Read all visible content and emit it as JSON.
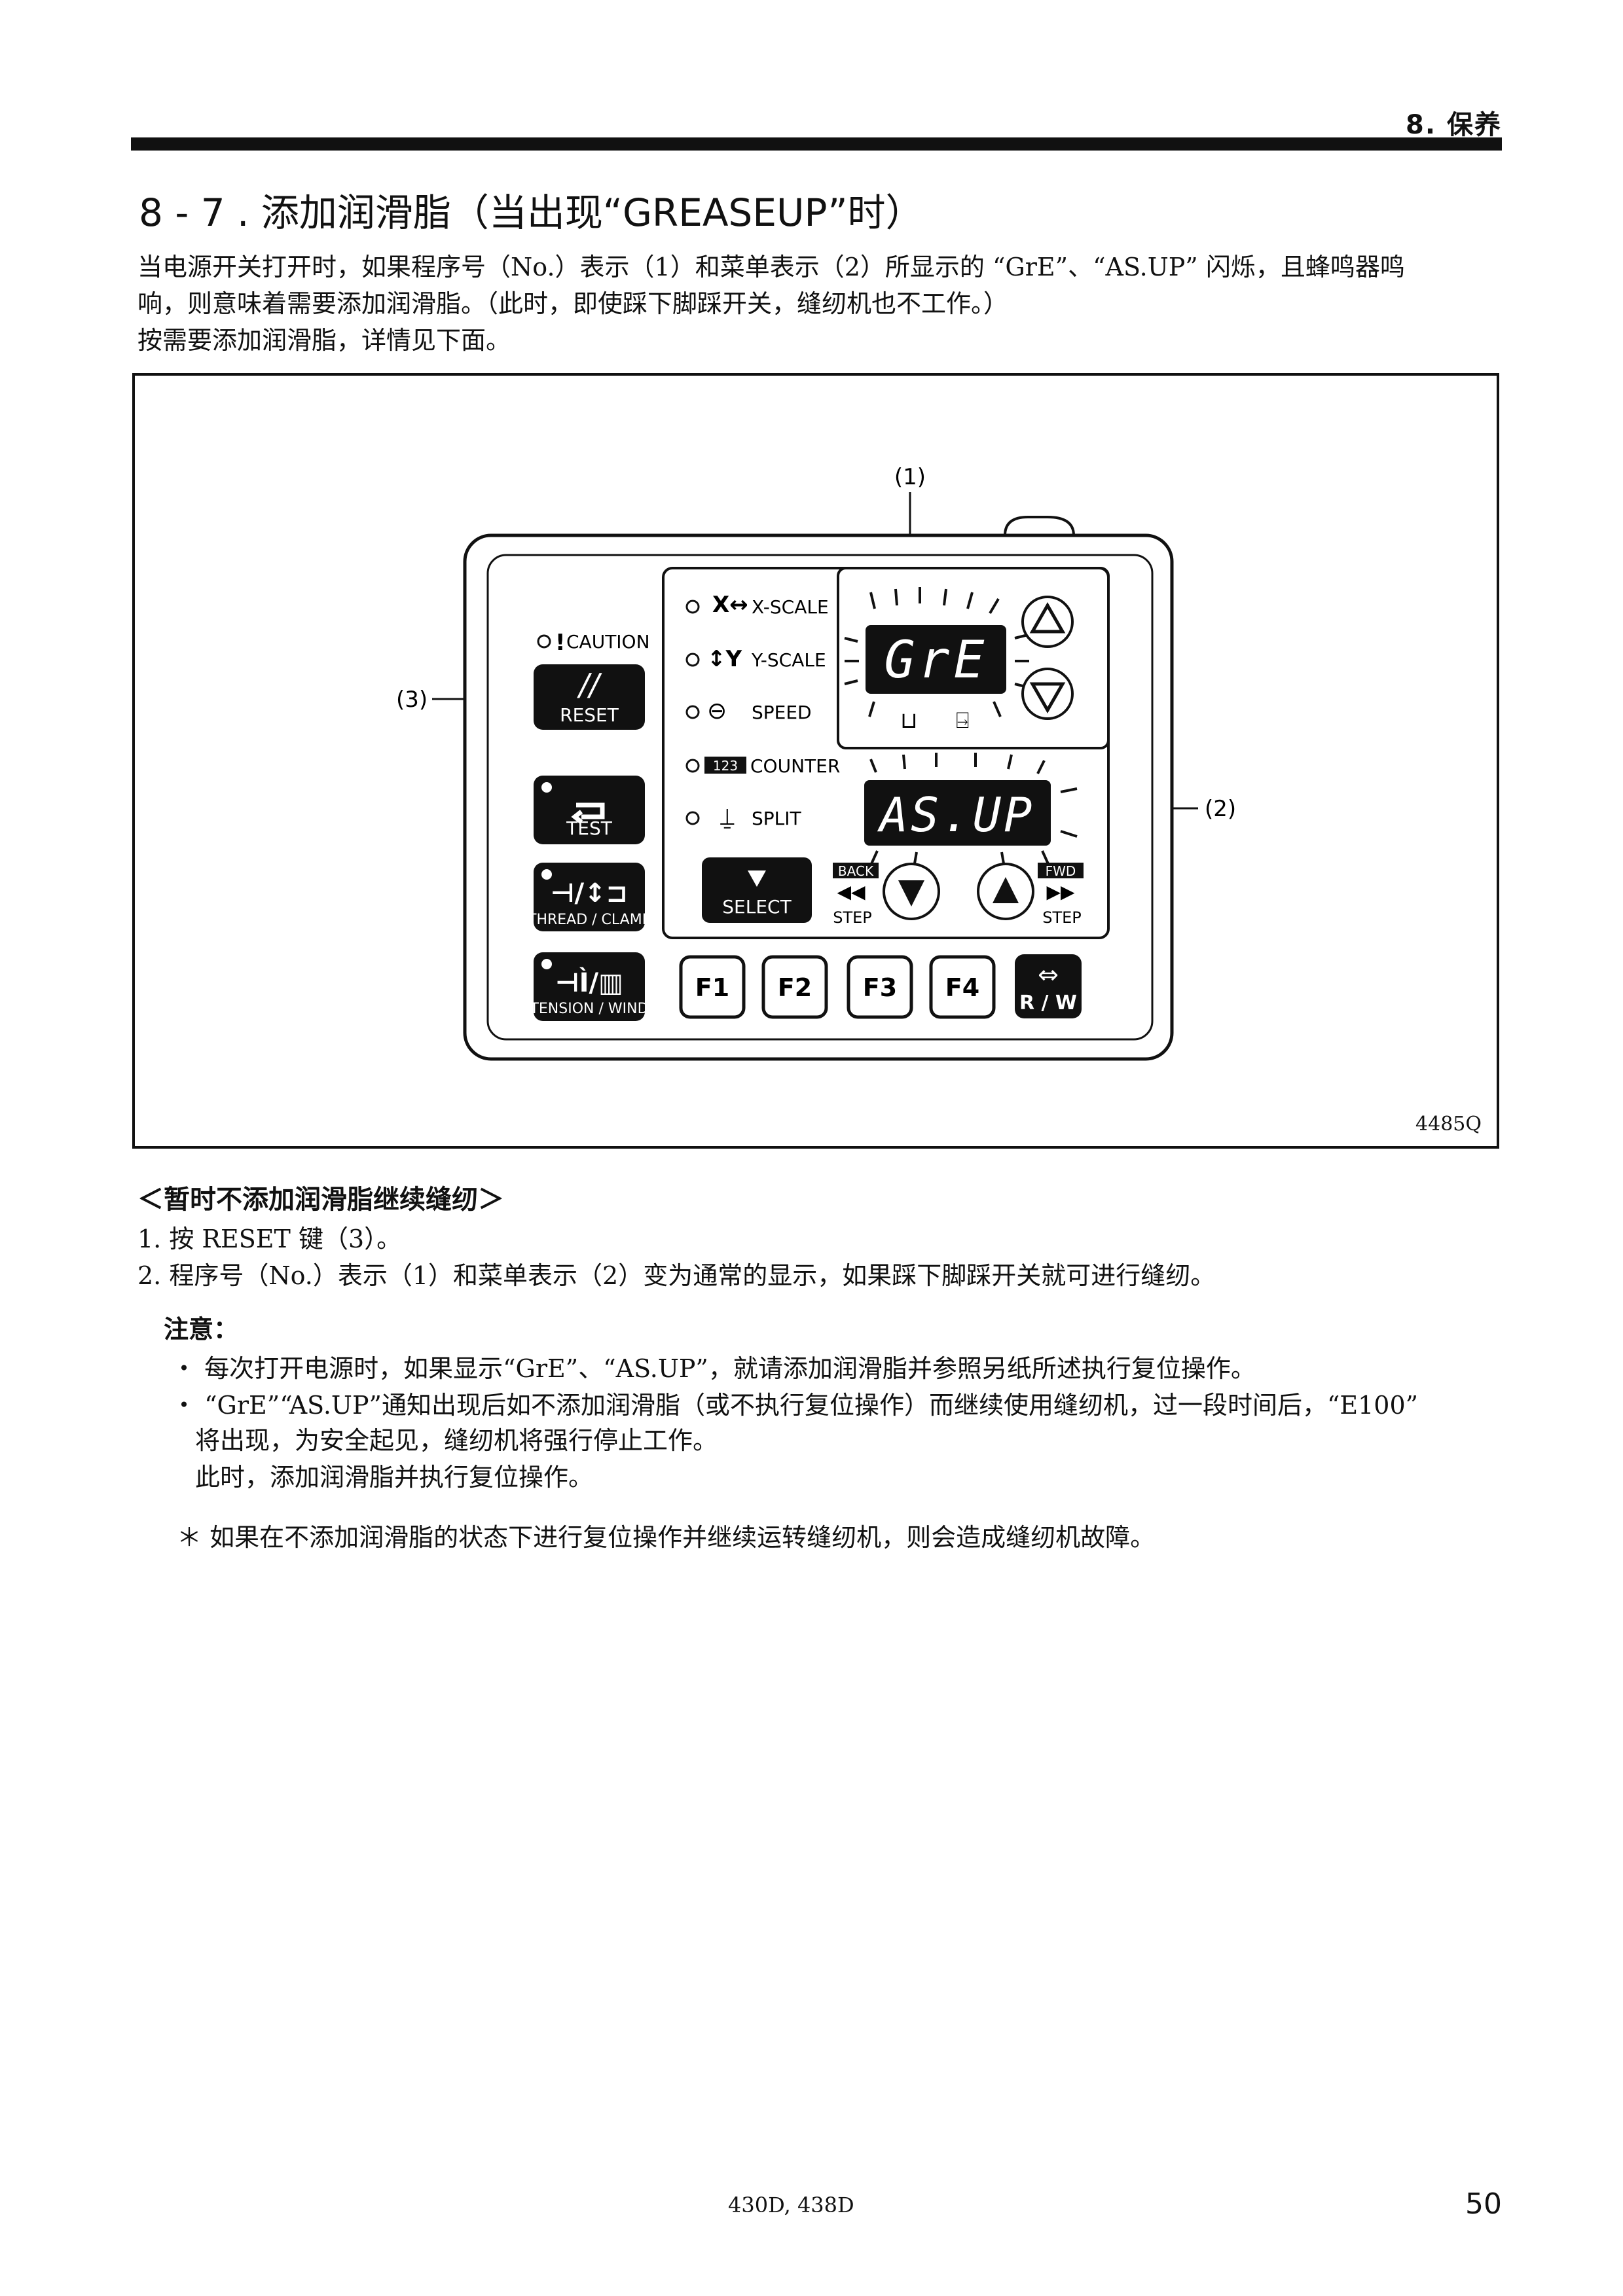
{
  "header": {
    "section": "8. 保养"
  },
  "title": "8 - 7 .  添加润滑脂（当出现“GREASEUP”时）",
  "intro": [
    "当电源开关打开时，如果程序号（No.）表示（1）和菜单表示（2）所显示的 “GrE”、“AS.UP” 闪烁，且蜂鸣器鸣",
    "响，则意味着需要添加润滑脂。（此时，即使踩下脚踩开关，缝纫机也不工作。）",
    "按需要添加润滑脂，详情见下面。"
  ],
  "figure": {
    "code": "4485Q",
    "callouts": {
      "c1": "(1)",
      "c2": "(2)",
      "c3": "(3)"
    },
    "panel": {
      "caution": "CAUTION",
      "reset": "RESET",
      "test": "TEST",
      "thread_clamp": "THREAD / CLAMP",
      "tension_wind": "TENSION / WIND",
      "xscale": "X-SCALE",
      "yscale": "Y-SCALE",
      "speed": "SPEED",
      "counter": "COUNTER",
      "split": "SPLIT",
      "select": "SELECT",
      "back": "BACK",
      "fwd": "FWD",
      "step": "STEP",
      "f1": "F1",
      "f2": "F2",
      "f3": "F3",
      "f4": "F4",
      "rw": "R / W",
      "display_program": "GrE",
      "display_menu": "AS.UP"
    }
  },
  "subsection": {
    "heading": "＜暂时不添加润滑脂继续缝纫＞",
    "steps": [
      "1. 按 RESET 键（3）。",
      "2. 程序号（No.）表示（1）和菜单表示（2）变为通常的显示，如果踩下脚踩开关就可进行缝纫。"
    ]
  },
  "notes": {
    "heading": "注意：",
    "items": [
      "・ 每次打开电源时，如果显示“GrE”、“AS.UP”，就请添加润滑脂并参照另纸所述执行复位操作。",
      "・ “GrE”“AS.UP”通知出现后如不添加润滑脂（或不执行复位操作）而继续使用缝纫机，过一段时间后，“E100”",
      "将出现，为安全起见，缝纫机将强行停止工作。",
      "此时，添加润滑脂并执行复位操作。"
    ],
    "footnote": "＊ 如果在不添加润滑脂的状态下进行复位操作并继续运转缝纫机，则会造成缝纫机故障。"
  },
  "footer": {
    "model": "430D, 438D",
    "page": "50"
  }
}
